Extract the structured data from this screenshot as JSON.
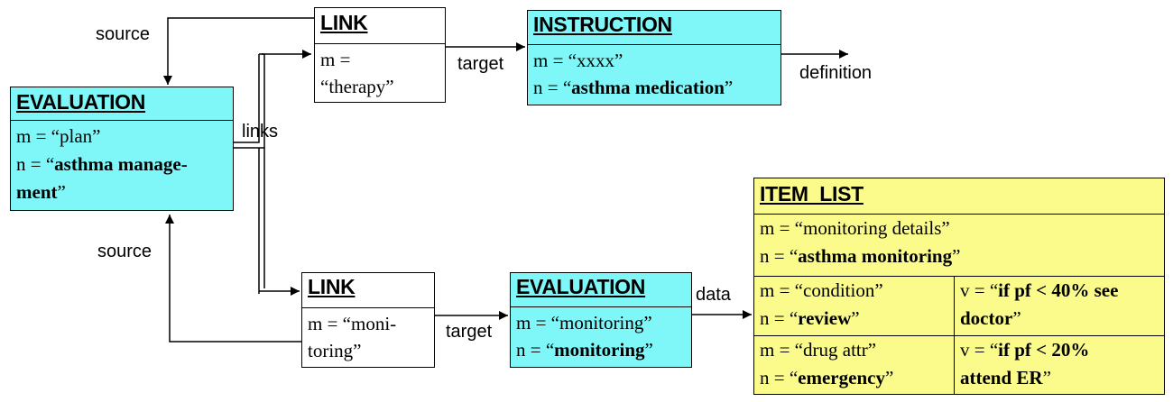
{
  "labels": {
    "source_top": "source",
    "source_bottom": "source",
    "links": "links",
    "target_top": "target",
    "target_bottom": "target",
    "definition": "definition",
    "data": "data"
  },
  "evaluation_main": {
    "title": "EVALUATION",
    "m_line": "m = “plan”",
    "n_prefix": "n = “",
    "n_bold_1": "asthma manage-",
    "n_bold_2": "ment",
    "n_suffix": "”"
  },
  "link_top": {
    "title": "LINK",
    "m_line_1": "m =",
    "m_line_2": "“therapy”"
  },
  "instruction": {
    "title": "INSTRUCTION",
    "m_line": "m = “xxxx”",
    "n_prefix": "n = “",
    "n_bold": "asthma medication",
    "n_suffix": "”"
  },
  "link_bottom": {
    "title": "LINK",
    "m_line_1": "m = “moni-",
    "m_line_2": "toring”"
  },
  "evaluation_monitoring": {
    "title": "EVALUATION",
    "m_line": "m = “monitoring”",
    "n_prefix": "n = “",
    "n_bold": "monitoring",
    "n_suffix": "”"
  },
  "item_list": {
    "title": "ITEM_LIST",
    "m_line": "m = “monitoring details”",
    "n_prefix": "n = “",
    "n_bold": "asthma monitoring",
    "n_suffix": "”",
    "rows": [
      {
        "m_line": "m = “condition”",
        "n_prefix": "n = “",
        "n_bold": "review",
        "n_suffix": "”",
        "v_prefix": "v = “",
        "v_bold_1": "if pf < 40% see",
        "v_bold_2": "doctor",
        "v_suffix": "”"
      },
      {
        "m_line": "m = “drug attr”",
        "n_prefix": "n = “",
        "n_bold": "emergency",
        "n_suffix": "”",
        "v_prefix": "v = “",
        "v_bold_1": "if pf < 20%",
        "v_bold_2": "attend ER",
        "v_suffix": "”"
      }
    ]
  },
  "colors": {
    "evaluation_fill": "#7ff7f9",
    "instruction_fill": "#7ff7f9",
    "item_list_fill": "#fbfb8c",
    "link_fill": "#ffffff"
  }
}
